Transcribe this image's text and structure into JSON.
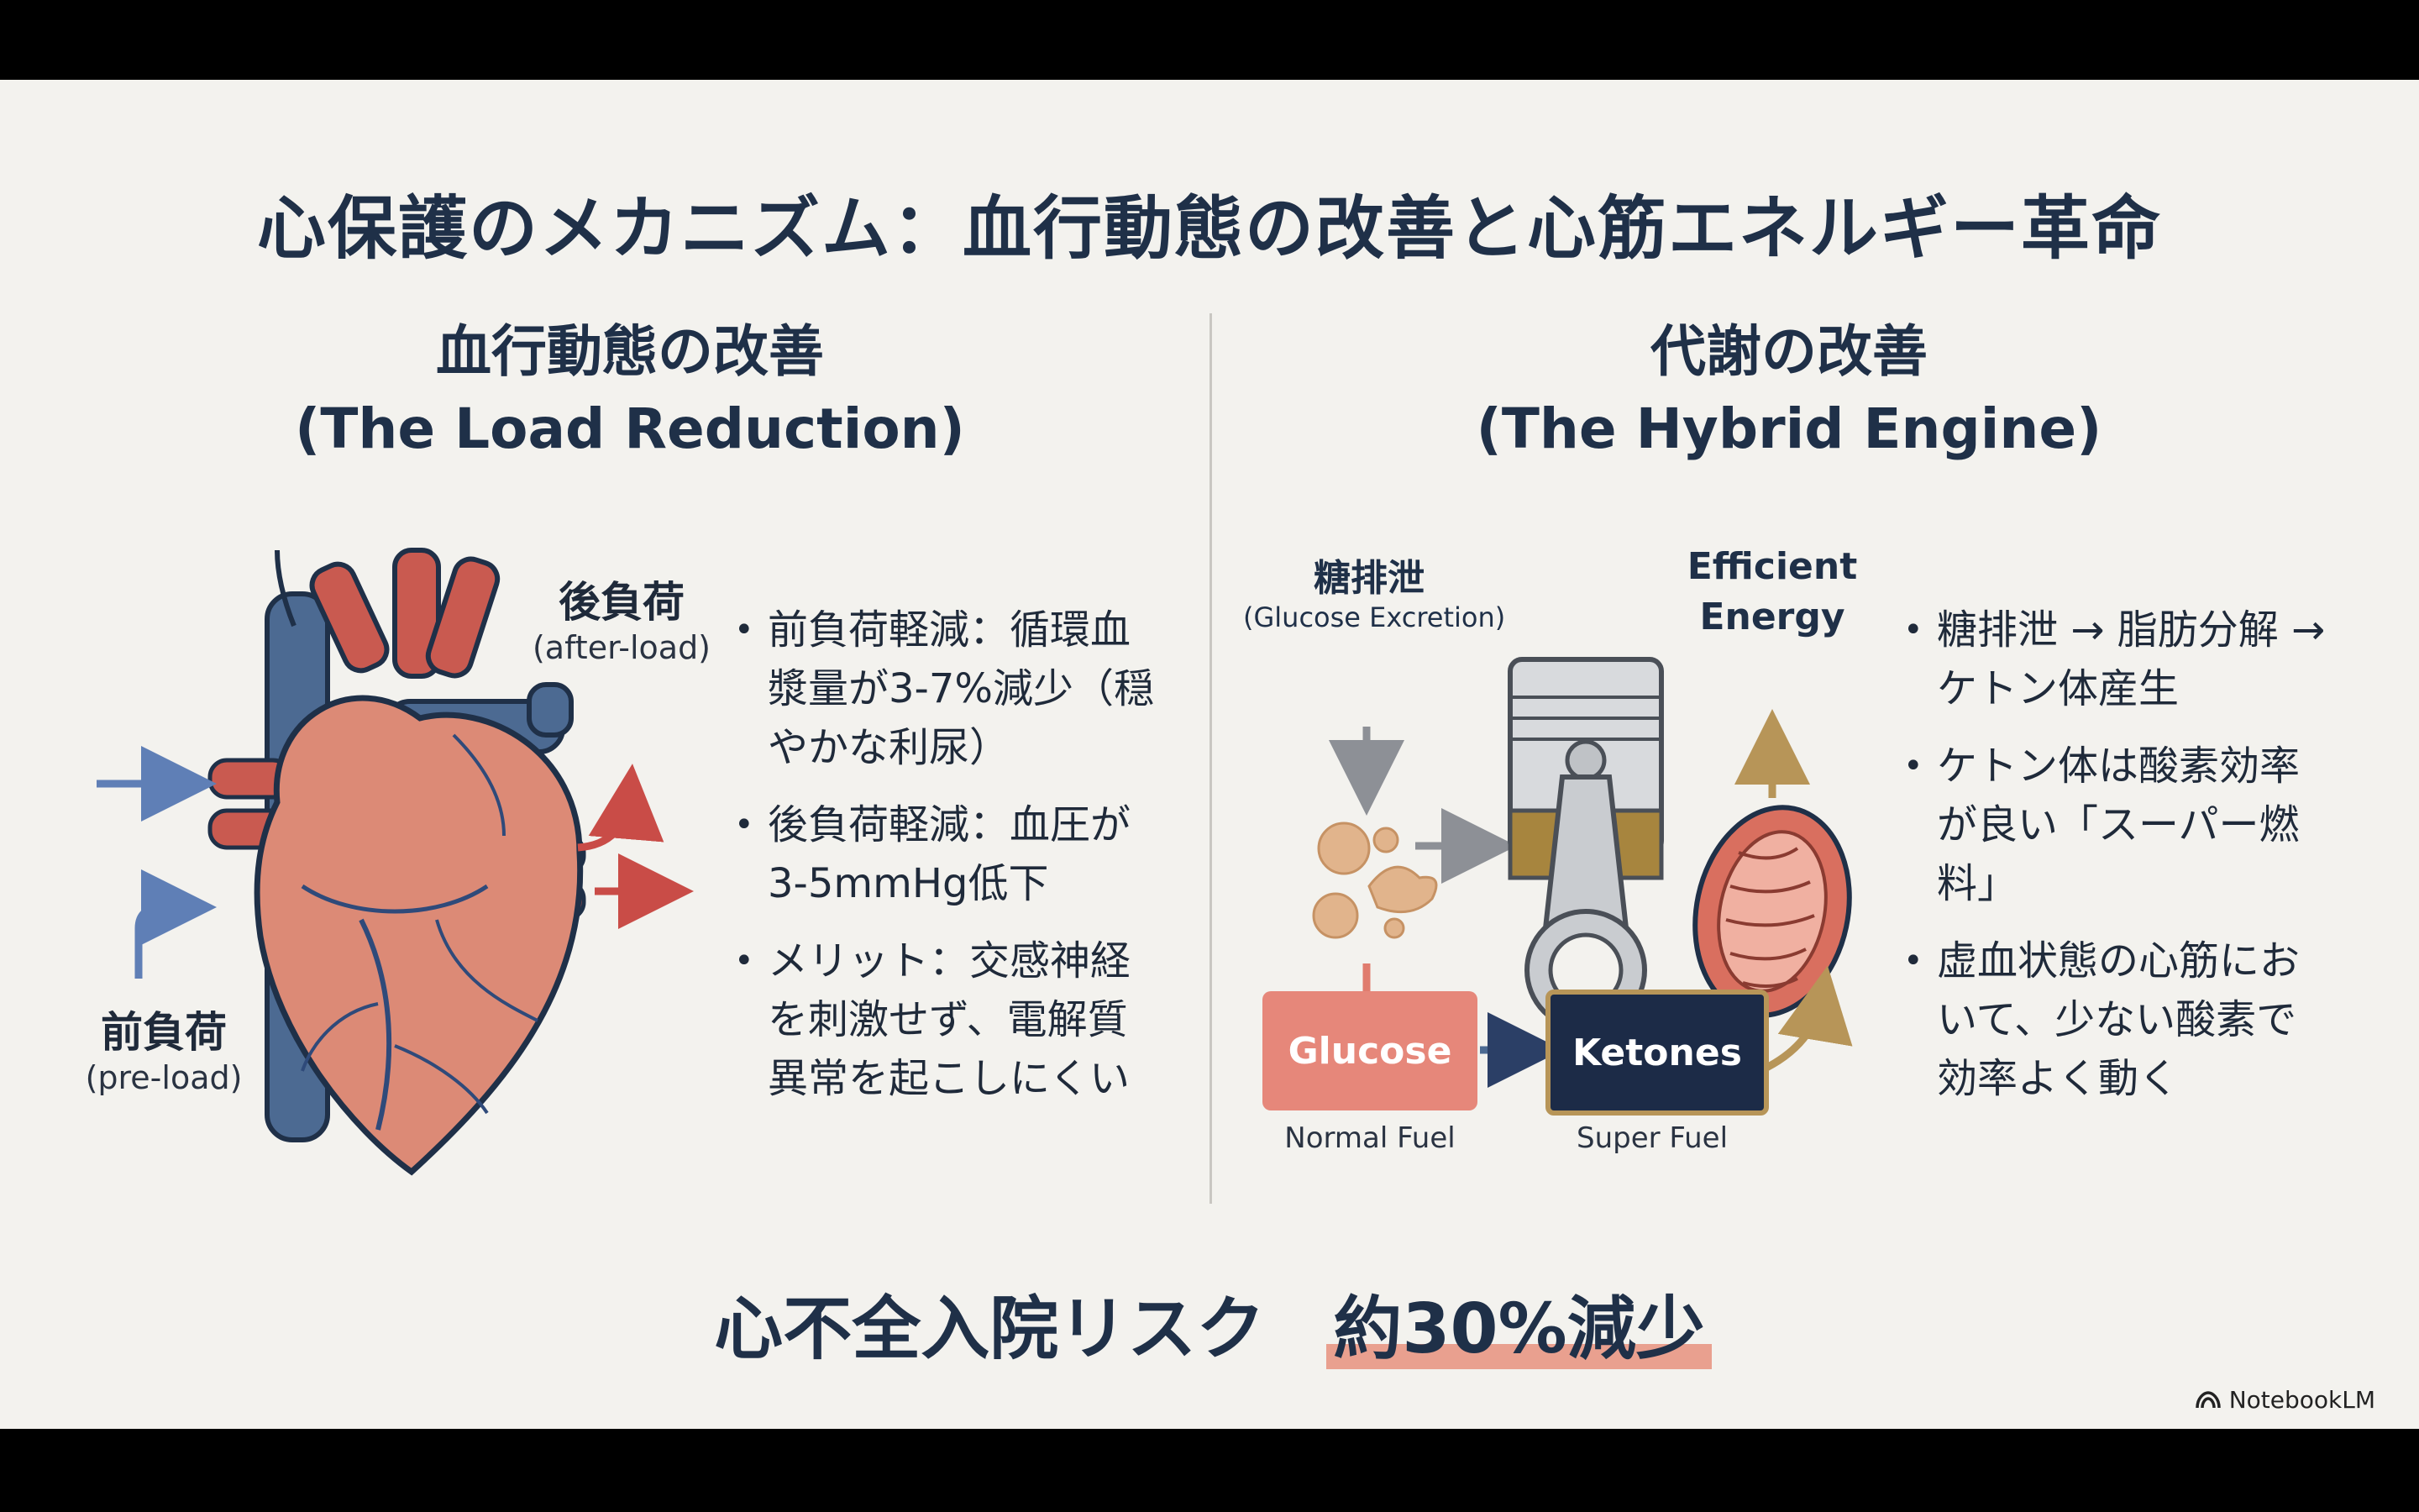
{
  "title": "心保護のメカニズム：血行動態の改善と心筋エネルギー革命",
  "left": {
    "heading_jp": "血行動態の改善",
    "heading_en": "(The Load Reduction)",
    "afterload_jp": "後負荷",
    "afterload_en": "(after-load)",
    "preload_jp": "前負荷",
    "preload_en": "(pre-load)",
    "bullets": [
      "前負荷軽減：循環血漿量が3-7%減少（穏やかな利尿）",
      "後負荷軽減：血圧が3-5mmHg低下",
      "メリット：交感神経を刺激せず、電解質異常を起こしにくい"
    ]
  },
  "right": {
    "heading_jp": "代謝の改善",
    "heading_en": "(The Hybrid Engine)",
    "excretion_jp": "糖排泄",
    "excretion_en": "(Glucose Excretion)",
    "energy_line1": "Efficient",
    "energy_line2": "Energy",
    "glucose_label": "Glucose",
    "glucose_sub": "Normal Fuel",
    "ketones_label": "Ketones",
    "ketones_sub": "Super Fuel",
    "bullets": [
      "糖排泄 → 脂肪分解 → ケトン体産生",
      "ケトン体は酸素効率が良い「スーパー燃料」",
      "虚血状態の心筋において、少ない酸素で効率よく動く"
    ]
  },
  "bottom": {
    "prefix": "心不全入院リスク",
    "highlight": "約30%減少"
  },
  "brand": "NotebookLM",
  "colors": {
    "navy": "#1f3048",
    "red": "#c94c47",
    "blue": "#5f7fb6",
    "salmon": "#e6877a",
    "gold": "#b79558"
  }
}
